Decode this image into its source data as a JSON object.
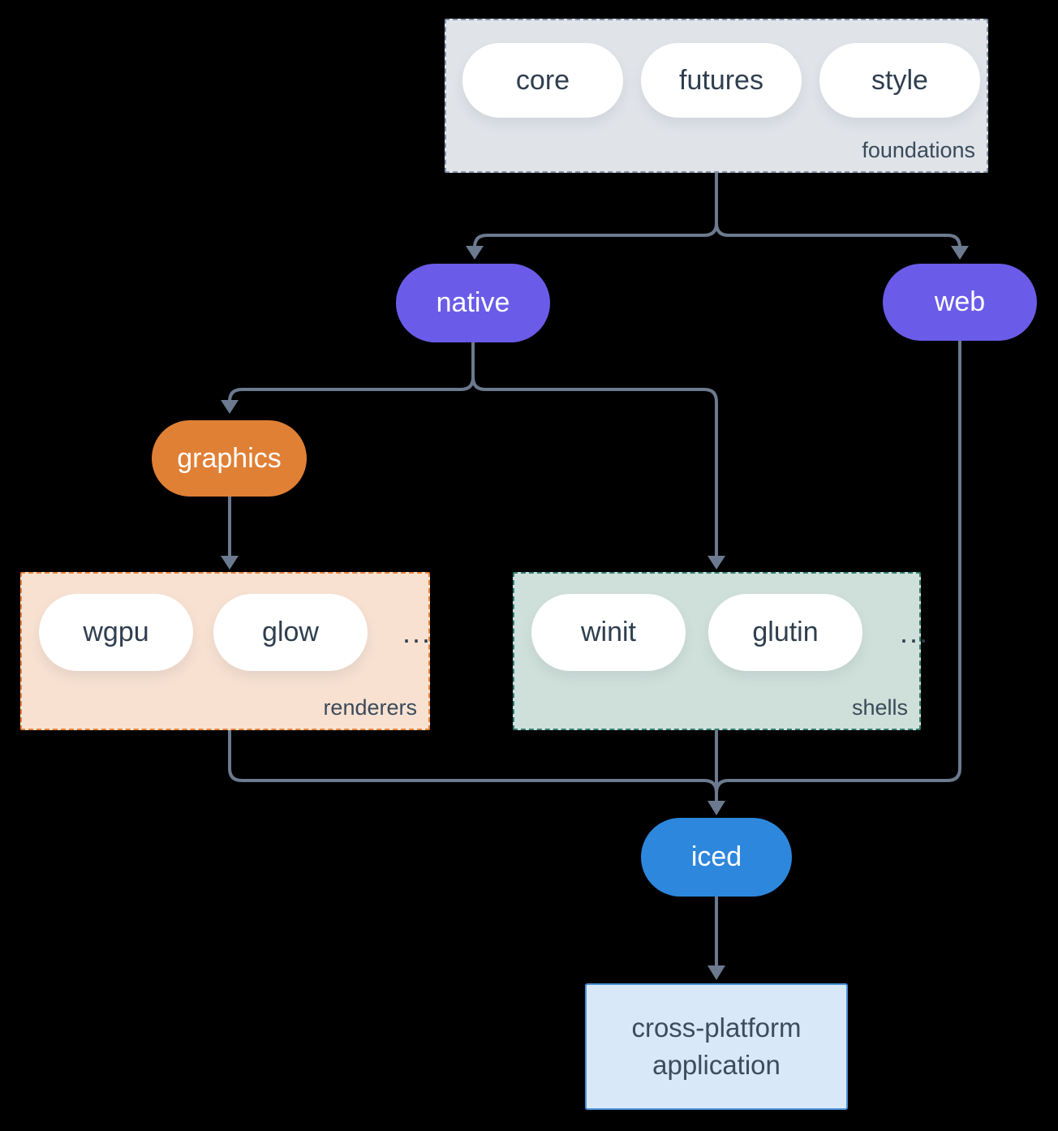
{
  "diagram": {
    "groups": {
      "foundations": {
        "label": "foundations",
        "pills": [
          "core",
          "futures",
          "style"
        ]
      },
      "renderers": {
        "label": "renderers",
        "pills": [
          "wgpu",
          "glow"
        ],
        "more": "..."
      },
      "shells": {
        "label": "shells",
        "pills": [
          "winit",
          "glutin"
        ],
        "more": "..."
      }
    },
    "nodes": {
      "native": "native",
      "web": "web",
      "graphics": "graphics",
      "iced": "iced"
    },
    "application": {
      "line1": "cross-platform",
      "line2": "application"
    },
    "edges": [
      {
        "from": "foundations",
        "to": "native"
      },
      {
        "from": "foundations",
        "to": "web"
      },
      {
        "from": "native",
        "to": "graphics"
      },
      {
        "from": "native",
        "to": "shells"
      },
      {
        "from": "graphics",
        "to": "renderers"
      },
      {
        "from": "renderers",
        "to": "iced"
      },
      {
        "from": "shells",
        "to": "iced"
      },
      {
        "from": "web",
        "to": "iced"
      },
      {
        "from": "iced",
        "to": "application"
      }
    ],
    "colors": {
      "background": "#000000",
      "edge": "#6b7a8e",
      "foundations_bg": "#e0e4e9",
      "foundations_border": "#8694a7",
      "renderers_bg": "#f8e1d1",
      "renderers_border": "#e8823c",
      "shells_bg": "#cfe0da",
      "shells_border": "#2f7e6d",
      "pill_white": "#ffffff",
      "pill_text_dark": "#2f3e4f",
      "purple_node": "#6a5ce8",
      "orange_node": "#e08035",
      "blue_node": "#2d87dc",
      "app_bg": "#d8e8f8",
      "app_border": "#4a90d9"
    }
  }
}
